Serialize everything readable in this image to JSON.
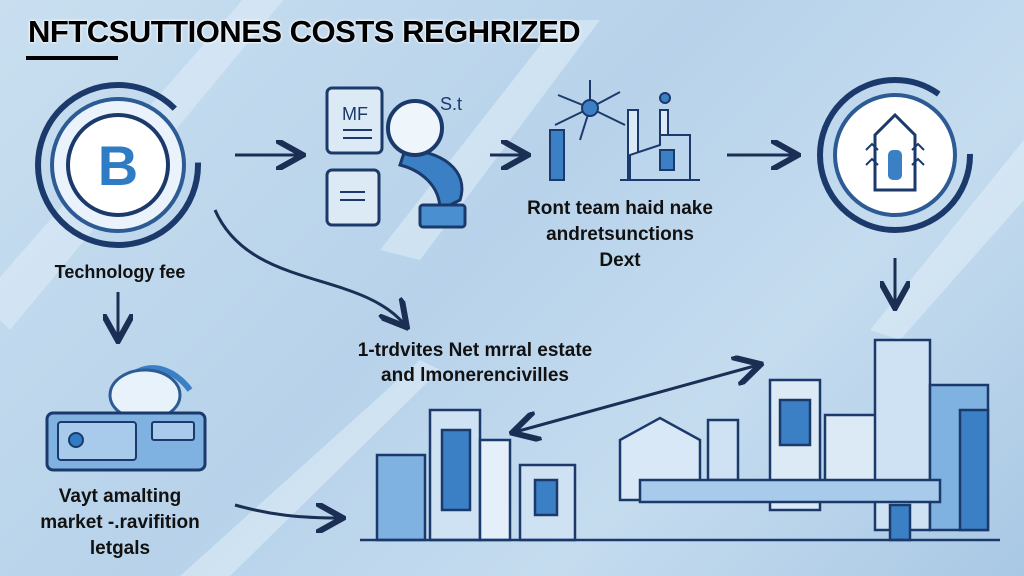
{
  "title": "NFTCSUTTIONES COSTS REGHRIZED",
  "labels": {
    "technology_fee": "Technology fee",
    "top_right_line1": "Ront team haid nake",
    "top_right_line2": "andretsunctions",
    "top_right_line3": "Dext",
    "center_line1": "1-trdvites Net mrral estate",
    "center_line2": "and lmonerencivilles",
    "bottom_left_line1": "Vayt amalting",
    "bottom_left_line2": "market -.ravifition",
    "bottom_left_line3": "letgals"
  },
  "icon_text": {
    "doc_mf": "MF",
    "bitcoin": "B",
    "scribble": "S.t"
  },
  "colors": {
    "ink": "#1b3a6b",
    "accent": "#3b7fc4",
    "light": "#7fb2e0"
  }
}
